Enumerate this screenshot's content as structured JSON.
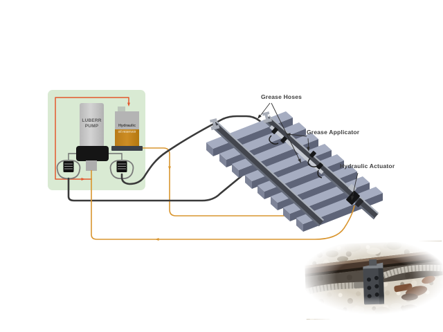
{
  "pump_station": {
    "pump_label_line1": "LUBERR",
    "pump_label_line2": "PUMP",
    "reservoir_label_line1": "Hydraulic",
    "reservoir_label_line2": "oil reservoir"
  },
  "annotations": {
    "grease_hoses": "Grease Hoses",
    "grease_applicator": "Grease Applicator",
    "hydraulic_actuator": "Hydraulic Actuator"
  },
  "colors": {
    "panel_green": "#d9ead3",
    "hydraulic_line_orange": "#d9952e",
    "oil_pilot_line_red": "#e4572d",
    "grease_hose_black": "#3a3a3a",
    "oil_amber": "#c5831d",
    "sleeper_top_gray": "#a6adc1",
    "rail_dark_gray": "#43464e"
  }
}
